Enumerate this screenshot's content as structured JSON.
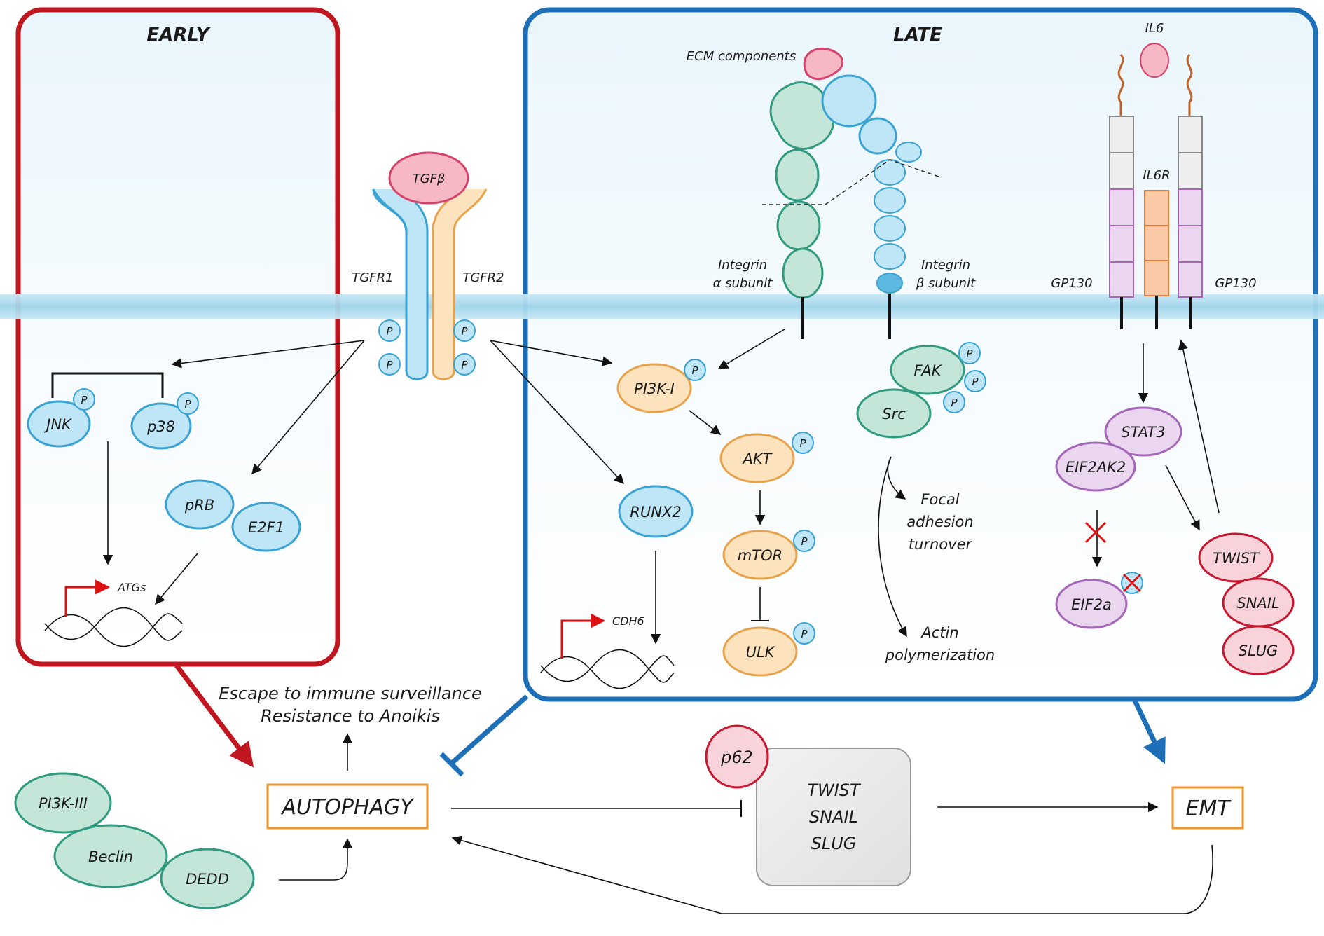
{
  "panels": {
    "early": "EARLY",
    "late": "LATE"
  },
  "phospho": "P",
  "tgf": {
    "ligand": "TGFβ",
    "receptor1": "TGFR1",
    "receptor2": "TGFR2"
  },
  "early_nodes": {
    "jnk": "JNK",
    "p38": "p38",
    "prb": "pRB",
    "e2f1": "E2F1",
    "atgs": "ATGs"
  },
  "late_nodes": {
    "pi3k1": "PI3K-I",
    "akt": "AKT",
    "mtor": "mTOR",
    "ulk": "ULK",
    "runx2": "RUNX2",
    "cdh6": "CDH6",
    "ecm": "ECM components",
    "integrin_a_1": "Integrin",
    "integrin_a_2": "α subunit",
    "integrin_b_1": "Integrin",
    "integrin_b_2": "β subunit",
    "fak": "FAK",
    "src": "Src",
    "focal_1": "Focal",
    "focal_2": "adhesion",
    "focal_3": "turnover",
    "actin_1": "Actin",
    "actin_2": "polymerization",
    "il6": "IL6",
    "il6r": "IL6R",
    "gp130_left": "GP130",
    "gp130_right": "GP130",
    "stat3": "STAT3",
    "eif2ak2": "EIF2AK2",
    "eif2a": "EIF2a",
    "twist": "TWIST",
    "snail": "SNAIL",
    "slug": "SLUG"
  },
  "bottom": {
    "escape": "Escape to immune surveillance",
    "resistance": "Resistance to Anoikis",
    "autophagy": "AUTOPHAGY",
    "pi3k3": "PI3K-III",
    "beclin": "Beclin",
    "dedd": "DEDD",
    "p62": "p62",
    "tf_twist": "TWIST",
    "tf_snail": "SNAIL",
    "tf_slug": "SLUG",
    "emt": "EMT"
  },
  "colors": {
    "early_border": "#c0161f",
    "late_border": "#1d6fb8",
    "membrane": "#9fd4ea",
    "blue_node": "#bfe6f7",
    "orange_node": "#fde3bd",
    "green_node": "#c4e6d8",
    "purple_node": "#ead7ef",
    "red_node": "#f9d3da",
    "emt_border": "#f0962e"
  }
}
